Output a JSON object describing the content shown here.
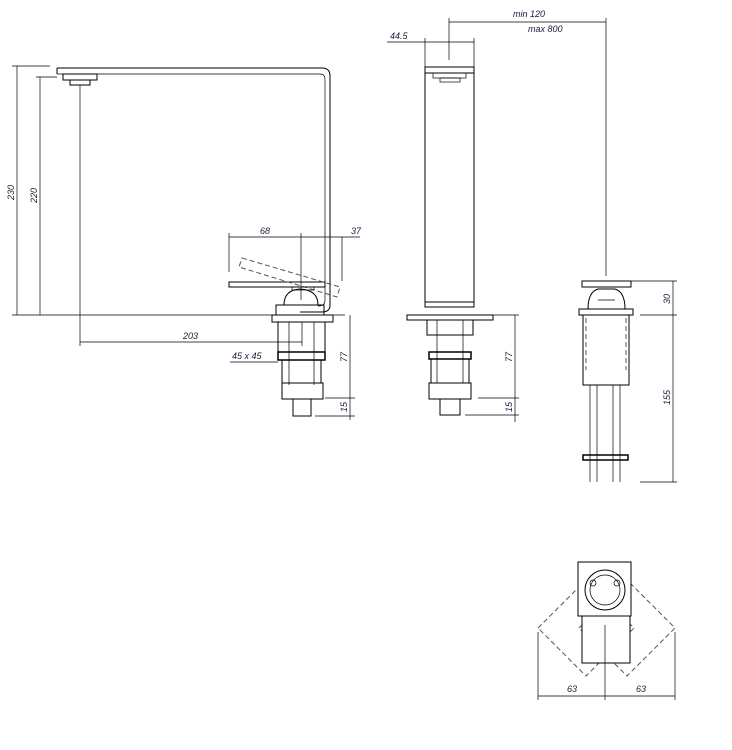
{
  "drawing": {
    "side_view": {
      "dims": {
        "h_total": "230",
        "h_spout": "220",
        "reach": "203",
        "lever_len": "68",
        "lever_tilt": "37",
        "base_square": "45 x 45",
        "body_below": "77",
        "pipe_len": "15"
      }
    },
    "front_view": {
      "dims": {
        "width": "44.5",
        "min_distance": "min 120",
        "max_distance": "max 800",
        "body_below": "77",
        "pipe_len": "15"
      }
    },
    "mixer_view": {
      "dims": {
        "lever_height": "30",
        "body_depth": "155"
      }
    },
    "top_view": {
      "dims": {
        "rotation_left": "63",
        "rotation_right": "63"
      }
    }
  }
}
